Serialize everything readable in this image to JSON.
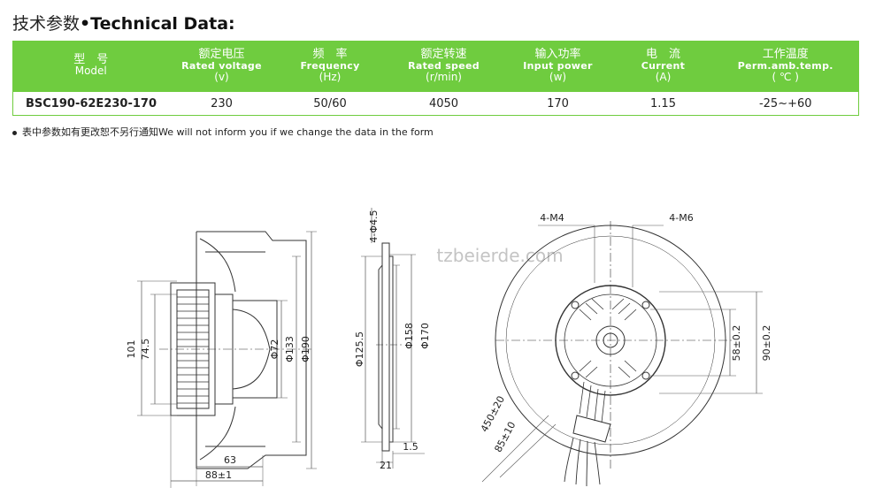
{
  "title": {
    "cn": "技术参数",
    "sep": "•",
    "en": "Technical Data:"
  },
  "table": {
    "headers": [
      {
        "cn": "型　号",
        "en": "",
        "unit": "Model"
      },
      {
        "cn": "额定电压",
        "en": "Rated voltage",
        "unit": "(v)"
      },
      {
        "cn": "频　率",
        "en": "Frequency",
        "unit": "(Hz)"
      },
      {
        "cn": "额定转速",
        "en": "Rated speed",
        "unit": "(r/min)"
      },
      {
        "cn": "输入功率",
        "en": "Input power",
        "unit": "(w)"
      },
      {
        "cn": "电　流",
        "en": "Current",
        "unit": "(A)"
      },
      {
        "cn": "工作温度",
        "en": "Perm.amb.temp.",
        "unit": "( ℃ )"
      }
    ],
    "row": [
      "BSC190-62E230-170",
      "230",
      "50/60",
      "4050",
      "170",
      "1.15",
      "-25~+60"
    ]
  },
  "note": "表中参数如有更改恕不另行通知We will not inform you if we change the data in the form",
  "watermark": "tzbeierde.com",
  "colors": {
    "header_green": "#6fcc3f",
    "line": "#333333",
    "dim": "#555555"
  },
  "drawing": {
    "side": {
      "d101": "101",
      "d74": "74.5",
      "d72": "Φ72",
      "d133": "Φ133",
      "d190": "Φ190",
      "d63": "63",
      "d88": "88±1"
    },
    "section": {
      "hole": "4-Φ4.5",
      "d125": "Φ125.5",
      "d158": "Φ158",
      "d170": "Φ170",
      "t15": "1.5",
      "t21": "21"
    },
    "front": {
      "m4": "4-M4",
      "m6": "4-M6",
      "d58": "58±0.2",
      "d90": "90±0.2",
      "l450": "450±20",
      "l85": "85±10"
    }
  }
}
